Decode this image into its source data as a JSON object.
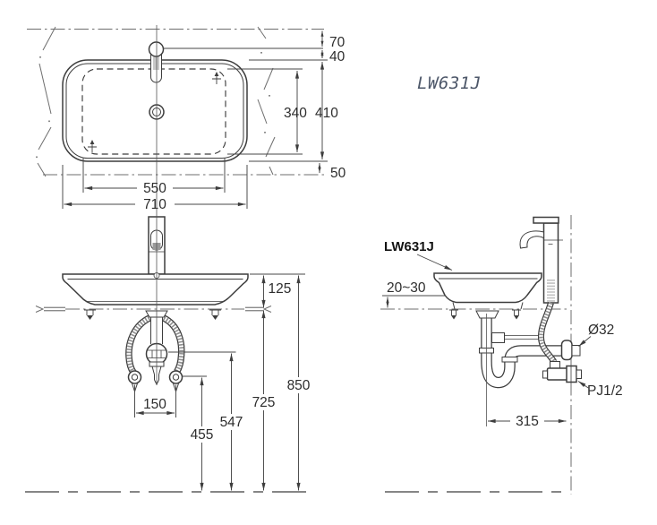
{
  "title_label": "LW631J",
  "plan_view": {
    "dim_edge_to_faucet": "70",
    "dim_faucet_to_rim": "40",
    "dim_bowl_depth": "340",
    "dim_rim_depth": "410",
    "dim_rim_to_front_edge": "50",
    "dim_bowl_width": "550",
    "dim_rim_width": "710"
  },
  "front_view": {
    "dim_rim_above_counter": "125",
    "dim_rim_height": "850",
    "dim_counter_height": "725",
    "dim_trap_outlet_height": "547",
    "dim_supply_valve_height": "455",
    "dim_supply_spacing": "150"
  },
  "side_view": {
    "product_callout": "LW631J",
    "dim_rim_gap": "20~30",
    "dim_drain_to_wall": "315",
    "callout_drain_diameter": "Ø32",
    "callout_supply_thread": "PJ1/2"
  }
}
